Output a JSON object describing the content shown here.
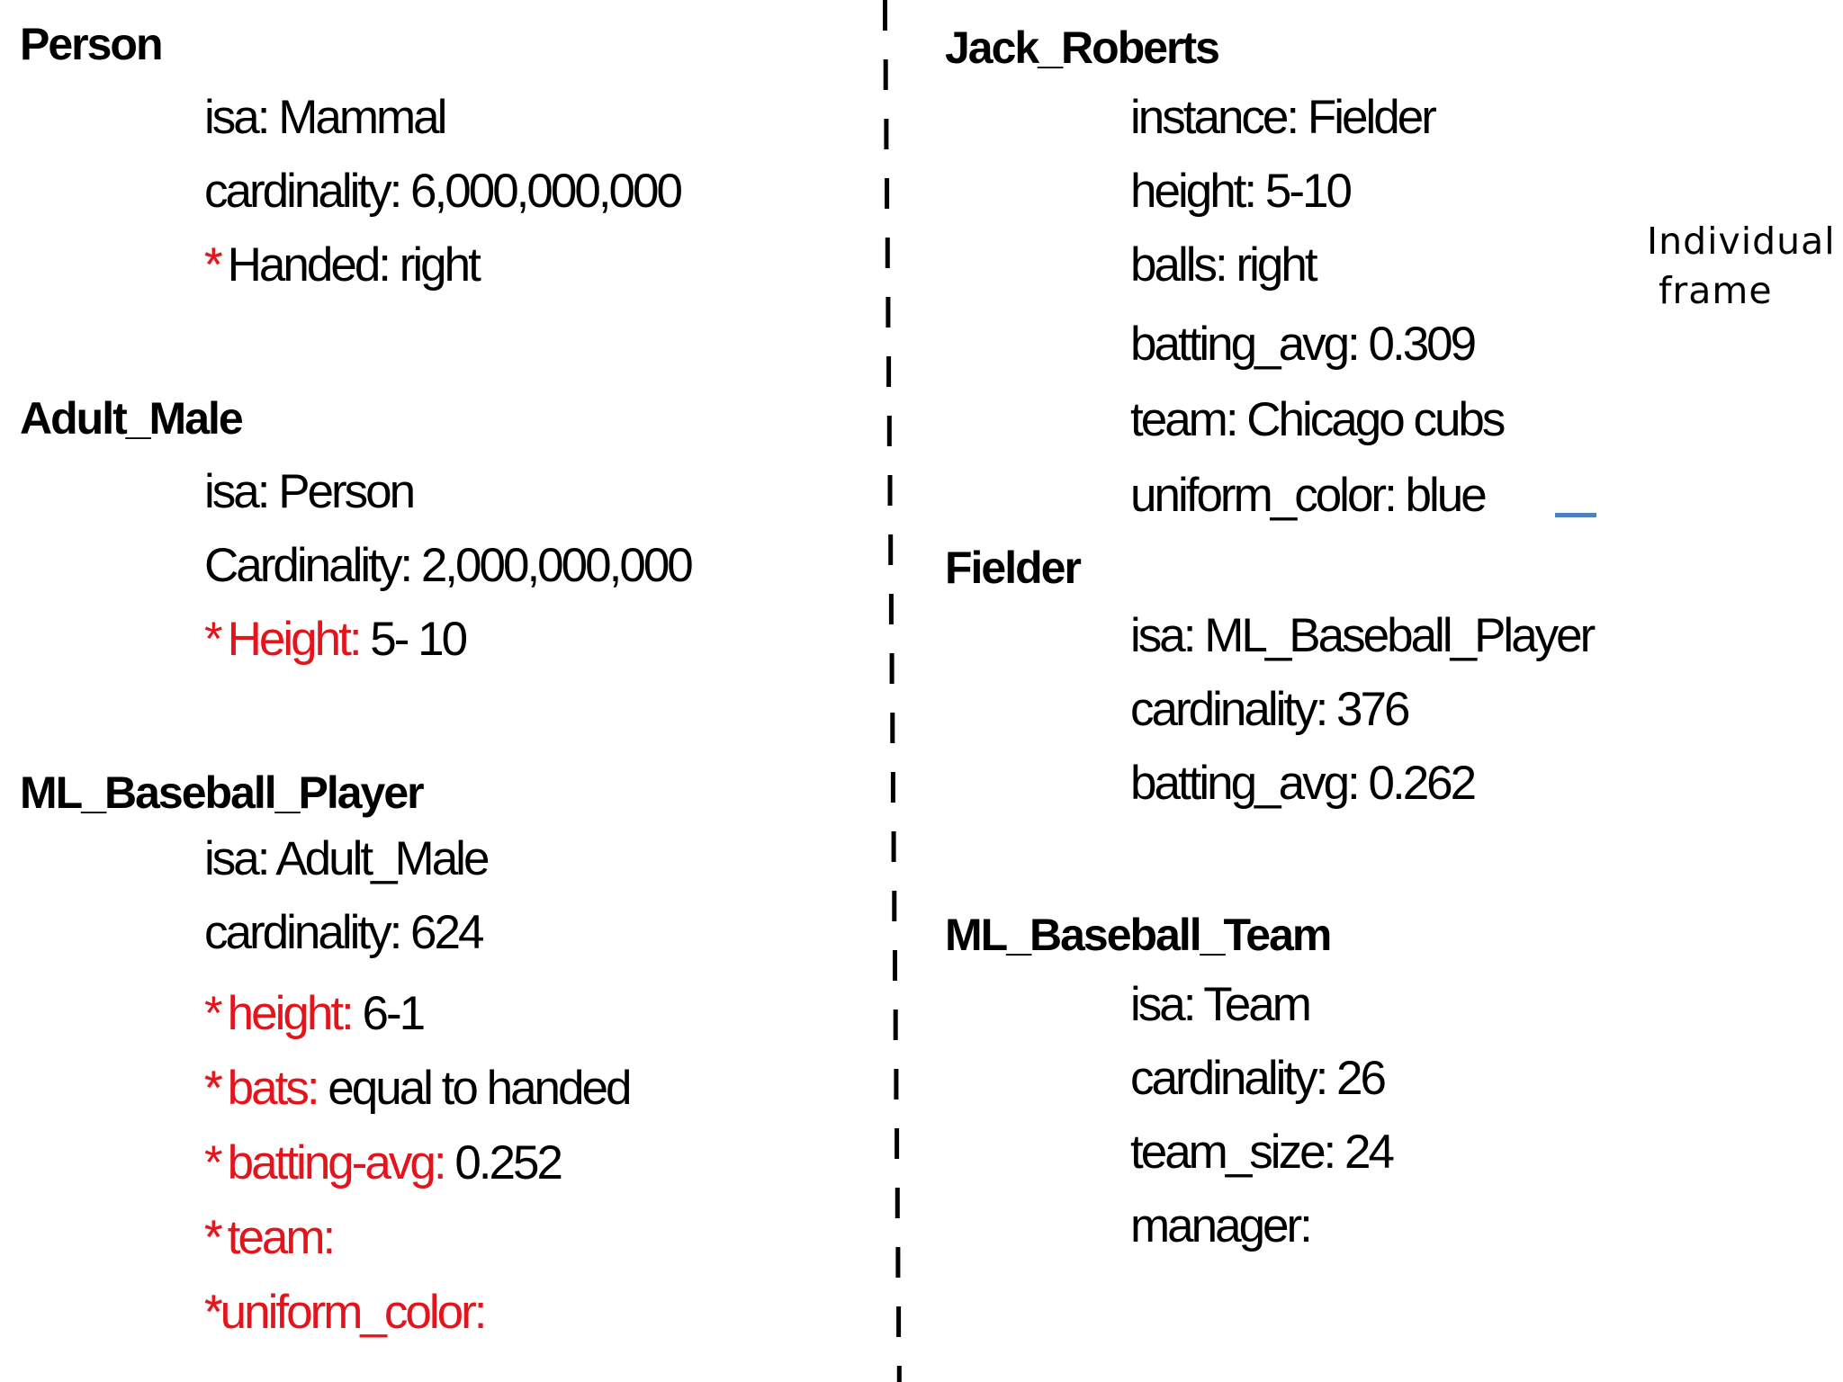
{
  "frames": {
    "person": {
      "title": "Person",
      "slots": [
        {
          "text": "isa: Mammal"
        },
        {
          "text": "cardinality: 6,000,000,000"
        },
        {
          "marker": "*",
          "label": "",
          "value": "Handed: right"
        }
      ]
    },
    "adult_male": {
      "title": "Adult_Male",
      "slots": [
        {
          "text": "isa: Person"
        },
        {
          "text": "Cardinality: 2,000,000,000"
        },
        {
          "marker": "*",
          "label": "Height:",
          "value": " 5- 10"
        }
      ]
    },
    "ml_baseball_player": {
      "title": "ML_Baseball_Player",
      "slots": [
        {
          "text": "isa: Adult_Male"
        },
        {
          "text": "cardinality: 624"
        },
        {
          "marker": "*",
          "label": "height:",
          "value": " 6-1"
        },
        {
          "marker": "*",
          "label": "bats:",
          "value": " equal to handed"
        },
        {
          "marker": "*",
          "label": "batting-avg:",
          "value": " 0.252"
        },
        {
          "marker": "*",
          "label": "team:",
          "value": ""
        },
        {
          "marker": "*",
          "label": "uniform_color:",
          "value": ""
        }
      ]
    },
    "jack_roberts": {
      "title": "Jack_Roberts",
      "slots": [
        {
          "text": "instance: Fielder"
        },
        {
          "text": "height: 5-10"
        },
        {
          "text": "balls: right"
        },
        {
          "text": "batting_avg: 0.309"
        },
        {
          "text": "team: Chicago cubs"
        },
        {
          "text": "uniform_color: blue"
        }
      ]
    },
    "fielder": {
      "title": "Fielder",
      "slots": [
        {
          "text": "isa: ML_Baseball_Player"
        },
        {
          "text": "cardinality: 376"
        },
        {
          "text": "batting_avg: 0.262"
        }
      ]
    },
    "ml_baseball_team": {
      "title": "ML_Baseball_Team",
      "slots": [
        {
          "text": "isa: Team"
        },
        {
          "text": "cardinality: 26"
        },
        {
          "text": "team_size: 24"
        },
        {
          "text": "manager:"
        }
      ]
    }
  },
  "side_note": {
    "line1": "Individual",
    "line2": "frame"
  },
  "colors": {
    "text": "#000000",
    "inherited_slot_red": "#e3141b",
    "divider": "#000000",
    "mark_blue": "#4f81bd"
  }
}
